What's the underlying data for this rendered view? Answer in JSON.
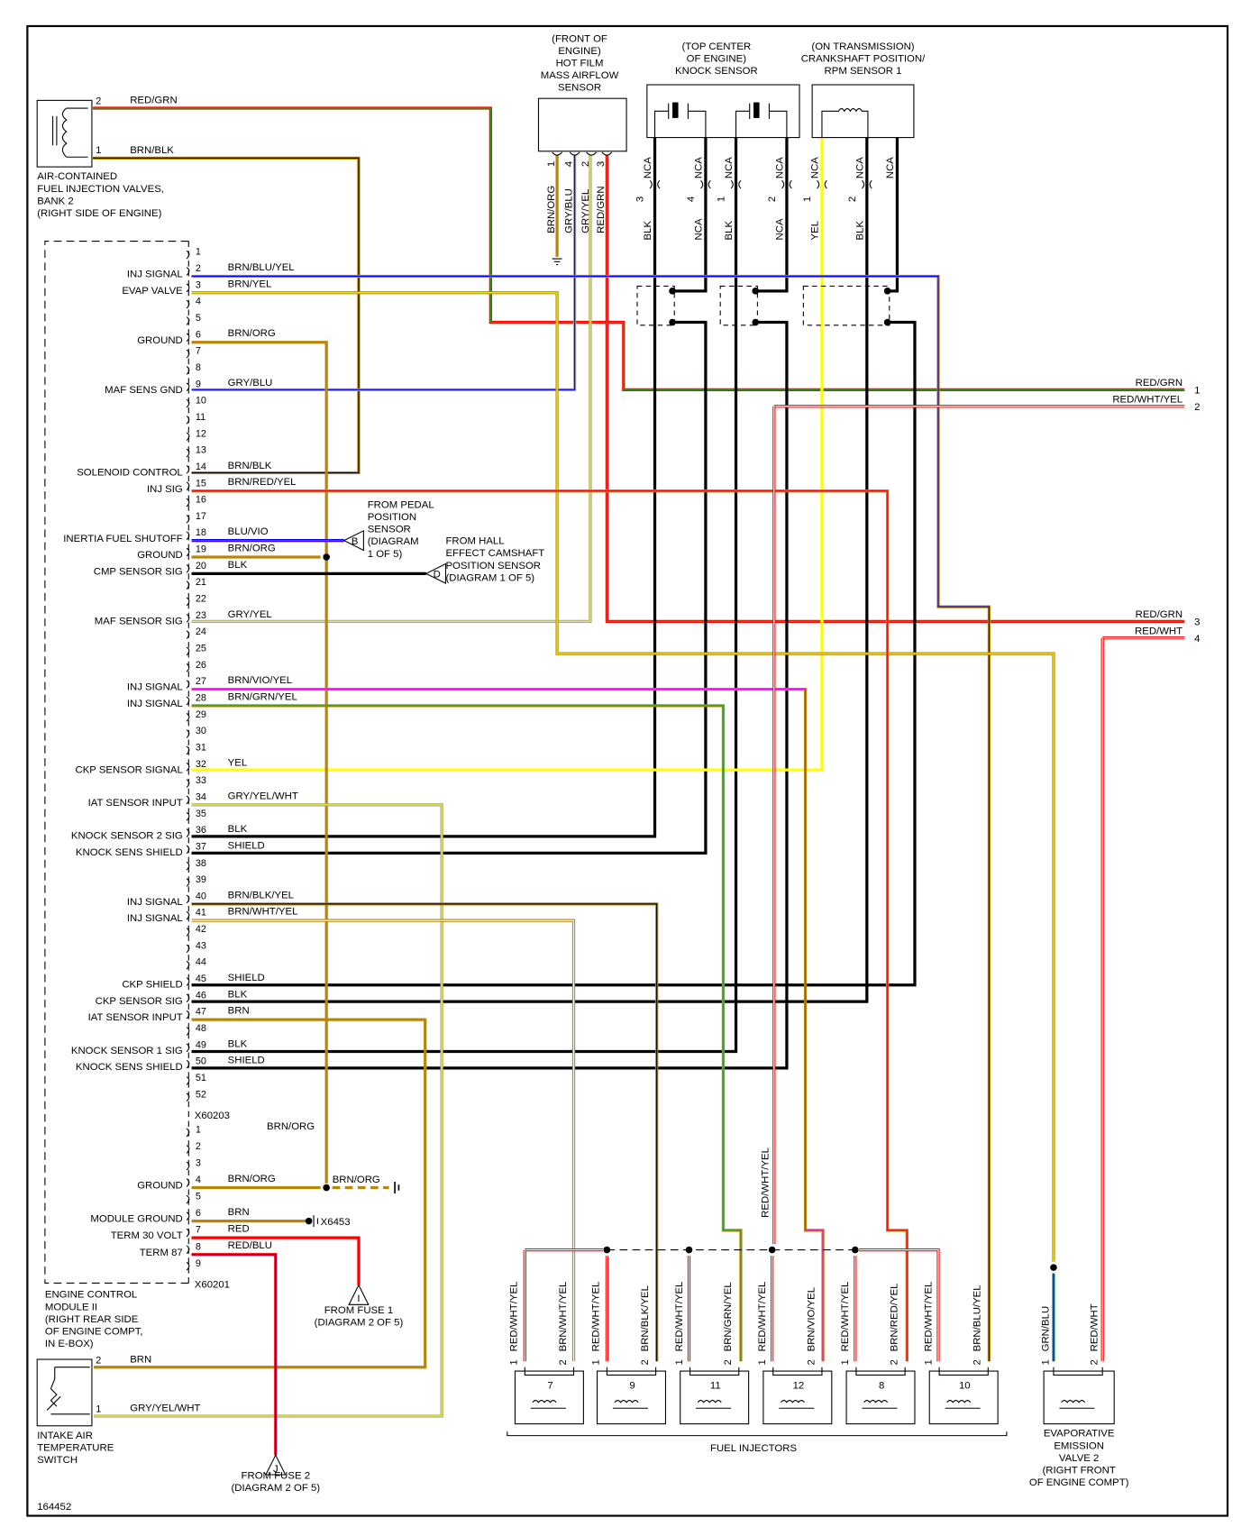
{
  "diagram_id": "164452",
  "ecm": {
    "name_lines": [
      "ENGINE CONTROL",
      "MODULE II",
      "(RIGHT REAR SIDE",
      "OF ENGINE COMPT,",
      "IN E-BOX)"
    ],
    "connector_a": "X60203",
    "connector_b": "X60201",
    "pins_a": [
      {
        "n": "1",
        "func": "",
        "wire": ""
      },
      {
        "n": "2",
        "func": "INJ SIGNAL",
        "wire": "BRN/BLU/YEL"
      },
      {
        "n": "3",
        "func": "EVAP VALVE",
        "wire": "BRN/YEL"
      },
      {
        "n": "4",
        "func": "",
        "wire": ""
      },
      {
        "n": "5",
        "func": "",
        "wire": ""
      },
      {
        "n": "6",
        "func": "GROUND",
        "wire": "BRN/ORG"
      },
      {
        "n": "7",
        "func": "",
        "wire": ""
      },
      {
        "n": "8",
        "func": "",
        "wire": ""
      },
      {
        "n": "9",
        "func": "MAF SENS GND",
        "wire": "GRY/BLU"
      },
      {
        "n": "10",
        "func": "",
        "wire": ""
      },
      {
        "n": "11",
        "func": "",
        "wire": ""
      },
      {
        "n": "12",
        "func": "",
        "wire": ""
      },
      {
        "n": "13",
        "func": "",
        "wire": ""
      },
      {
        "n": "14",
        "func": "SOLENOID CONTROL",
        "wire": "BRN/BLK"
      },
      {
        "n": "15",
        "func": "INJ SIG",
        "wire": "BRN/RED/YEL"
      },
      {
        "n": "16",
        "func": "",
        "wire": ""
      },
      {
        "n": "17",
        "func": "",
        "wire": ""
      },
      {
        "n": "18",
        "func": "INERTIA FUEL SHUTOFF",
        "wire": "BLU/VIO"
      },
      {
        "n": "19",
        "func": "GROUND",
        "wire": "BRN/ORG"
      },
      {
        "n": "20",
        "func": "CMP SENSOR SIG",
        "wire": "BLK"
      },
      {
        "n": "21",
        "func": "",
        "wire": ""
      },
      {
        "n": "22",
        "func": "",
        "wire": ""
      },
      {
        "n": "23",
        "func": "MAF SENSOR SIG",
        "wire": "GRY/YEL"
      },
      {
        "n": "24",
        "func": "",
        "wire": ""
      },
      {
        "n": "25",
        "func": "",
        "wire": ""
      },
      {
        "n": "26",
        "func": "",
        "wire": ""
      },
      {
        "n": "27",
        "func": "INJ SIGNAL",
        "wire": "BRN/VIO/YEL"
      },
      {
        "n": "28",
        "func": "INJ SIGNAL",
        "wire": "BRN/GRN/YEL"
      },
      {
        "n": "29",
        "func": "",
        "wire": ""
      },
      {
        "n": "30",
        "func": "",
        "wire": ""
      },
      {
        "n": "31",
        "func": "",
        "wire": ""
      },
      {
        "n": "32",
        "func": "CKP SENSOR SIGNAL",
        "wire": "YEL"
      },
      {
        "n": "33",
        "func": "",
        "wire": ""
      },
      {
        "n": "34",
        "func": "IAT SENSOR INPUT",
        "wire": "GRY/YEL/WHT"
      },
      {
        "n": "35",
        "func": "",
        "wire": ""
      },
      {
        "n": "36",
        "func": "KNOCK SENSOR 2 SIG",
        "wire": "BLK"
      },
      {
        "n": "37",
        "func": "KNOCK SENS SHIELD",
        "wire": "SHIELD"
      },
      {
        "n": "38",
        "func": "",
        "wire": ""
      },
      {
        "n": "39",
        "func": "",
        "wire": ""
      },
      {
        "n": "40",
        "func": "INJ SIGNAL",
        "wire": "BRN/BLK/YEL"
      },
      {
        "n": "41",
        "func": "INJ SIGNAL",
        "wire": "BRN/WHT/YEL"
      },
      {
        "n": "42",
        "func": "",
        "wire": ""
      },
      {
        "n": "43",
        "func": "",
        "wire": ""
      },
      {
        "n": "44",
        "func": "",
        "wire": ""
      },
      {
        "n": "45",
        "func": "CKP SHIELD",
        "wire": "SHIELD"
      },
      {
        "n": "46",
        "func": "CKP SENSOR SIG",
        "wire": "BLK"
      },
      {
        "n": "47",
        "func": "IAT SENSOR INPUT",
        "wire": "BRN"
      },
      {
        "n": "48",
        "func": "",
        "wire": ""
      },
      {
        "n": "49",
        "func": "KNOCK SENSOR 1 SIG",
        "wire": "BLK"
      },
      {
        "n": "50",
        "func": "KNOCK SENS SHIELD",
        "wire": "SHIELD"
      },
      {
        "n": "51",
        "func": "",
        "wire": ""
      },
      {
        "n": "52",
        "func": "",
        "wire": ""
      }
    ],
    "pins_b": [
      {
        "n": "1",
        "func": "",
        "wire": ""
      },
      {
        "n": "2",
        "func": "",
        "wire": ""
      },
      {
        "n": "3",
        "func": "",
        "wire": ""
      },
      {
        "n": "4",
        "func": "GROUND",
        "wire": "BRN/ORG"
      },
      {
        "n": "5",
        "func": "",
        "wire": ""
      },
      {
        "n": "6",
        "func": "MODULE GROUND",
        "wire": "BRN"
      },
      {
        "n": "7",
        "func": "TERM 30 VOLT",
        "wire": "RED"
      },
      {
        "n": "8",
        "func": "TERM 87",
        "wire": "RED/BLU"
      },
      {
        "n": "9",
        "func": "",
        "wire": ""
      }
    ],
    "ground_wire_label": "BRN/ORG",
    "ground_splice_label": "BRN/ORG",
    "module_ground_id": "X6453"
  },
  "fuel_valves_bank2": {
    "name_lines": [
      "AIR-CONTAINED",
      "FUEL INJECTION VALVES,",
      "BANK 2",
      "(RIGHT SIDE OF ENGINE)"
    ],
    "pins": [
      {
        "n": "2",
        "wire": "RED/GRN"
      },
      {
        "n": "1",
        "wire": "BRN/BLK"
      }
    ]
  },
  "maf_sensor": {
    "name_lines": [
      "(FRONT OF",
      "ENGINE)",
      "HOT FILM",
      "MASS AIRFLOW",
      "SENSOR"
    ],
    "pins": [
      {
        "n": "1",
        "wire": "BRN/ORG"
      },
      {
        "n": "4",
        "wire": "GRY/BLU"
      },
      {
        "n": "2",
        "wire": "GRY/YEL"
      },
      {
        "n": "3",
        "wire": "RED/GRN"
      }
    ]
  },
  "knock_sensor": {
    "name_lines": [
      "(TOP CENTER",
      "OF ENGINE)",
      "KNOCK SENSOR"
    ],
    "pins": [
      {
        "n": "3",
        "top": "NCA",
        "wire": "BLK"
      },
      {
        "n": "4",
        "top": "NCA",
        "wire": "NCA"
      },
      {
        "n": "1",
        "top": "NCA",
        "wire": "BLK"
      },
      {
        "n": "2",
        "top": "NCA",
        "wire": "NCA"
      }
    ]
  },
  "ckp_sensor": {
    "name_lines": [
      "(ON TRANSMISSION)",
      "CRANKSHAFT POSITION/",
      "RPM SENSOR 1"
    ],
    "pins": [
      {
        "n": "1",
        "top": "NCA",
        "wire": "YEL"
      },
      {
        "n": "2",
        "top": "NCA",
        "wire": "BLK"
      },
      {
        "n": "",
        "top": "NCA",
        "wire": ""
      }
    ]
  },
  "offpage": [
    {
      "n": "1",
      "wire": "RED/GRN"
    },
    {
      "n": "2",
      "wire": "RED/WHT/YEL"
    },
    {
      "n": "3",
      "wire": "RED/GRN"
    },
    {
      "n": "4",
      "wire": "RED/WHT"
    }
  ],
  "refs": {
    "B": {
      "letter": "B",
      "lines": [
        "FROM PEDAL",
        "POSITION",
        "SENSOR",
        "(DIAGRAM",
        "1 OF 5)"
      ]
    },
    "D": {
      "letter": "D",
      "lines": [
        "FROM HALL",
        "EFFECT CAMSHAFT",
        "POSITION SENSOR",
        "(DIAGRAM 1 OF 5)"
      ]
    },
    "I": {
      "letter": "I",
      "lines": [
        "FROM FUSE 1",
        "(DIAGRAM 2 OF 5)"
      ]
    },
    "J": {
      "letter": "J",
      "lines": [
        "FROM FUSE 2",
        "(DIAGRAM 2 OF 5)"
      ]
    }
  },
  "iat_switch": {
    "name_lines": [
      "INTAKE AIR",
      "TEMPERATURE",
      "SWITCH"
    ],
    "pins": [
      {
        "n": "2",
        "wire": "BRN"
      },
      {
        "n": "1",
        "wire": "GRY/YEL/WHT"
      }
    ]
  },
  "injectors": {
    "group_label": "FUEL INJECTORS",
    "feed_label": "RED/WHT/YEL",
    "items": [
      {
        "num": "7",
        "pin1": "RED/WHT/YEL",
        "pin2": "BRN/WHT/YEL"
      },
      {
        "num": "9",
        "pin1": "RED/WHT/YEL",
        "pin2": "BRN/BLK/YEL"
      },
      {
        "num": "11",
        "pin1": "RED/WHT/YEL",
        "pin2": "BRN/GRN/YEL"
      },
      {
        "num": "12",
        "pin1": "RED/WHT/YEL",
        "pin2": "BRN/VIO/YEL"
      },
      {
        "num": "8",
        "pin1": "RED/WHT/YEL",
        "pin2": "BRN/RED/YEL"
      },
      {
        "num": "10",
        "pin1": "RED/WHT/YEL",
        "pin2": "BRN/BLU/YEL"
      }
    ]
  },
  "evap_valve": {
    "name_lines": [
      "EVAPORATIVE",
      "EMISSION",
      "VALVE 2",
      "(RIGHT FRONT",
      "OF ENGINE COMPT)"
    ],
    "pins": [
      {
        "n": "1",
        "wire": "GRN/BLU"
      },
      {
        "n": "2",
        "wire": "RED/WHT"
      }
    ]
  },
  "colors": {
    "brown": "#b8860b",
    "red": "#ff0000",
    "green": "#22aa22",
    "blue": "#0000ff",
    "yellow": "#ffff00",
    "gray": "#a0a0a0",
    "black": "#000000",
    "dark": "#333333",
    "violet": "#ff00ff"
  }
}
